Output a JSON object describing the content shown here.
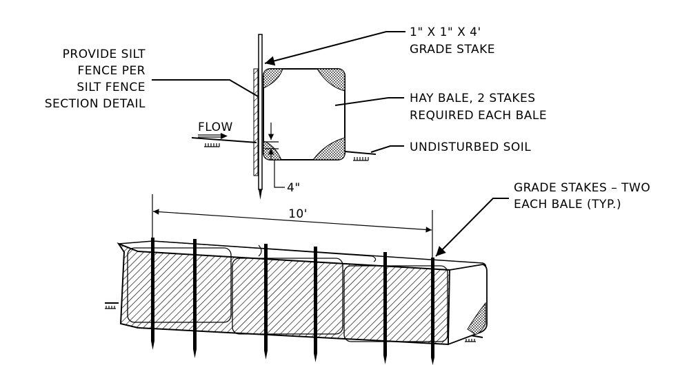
{
  "detail": {
    "silt_fence_note": [
      "PROVIDE SILT",
      "FENCE PER",
      "SILT FENCE",
      "SECTION DETAIL"
    ],
    "grade_stake_note": [
      "1\" X 1\" X 4'",
      "GRADE STAKE"
    ],
    "hay_bale_note": [
      "HAY BALE, 2 STAKES",
      "REQUIRED EACH BALE"
    ],
    "flow_label": "FLOW",
    "soil_note": "UNDISTURBED SOIL",
    "embed_dimension": "4\"",
    "stakes_note": [
      "GRADE STAKES – TWO",
      "EACH BALE (TYP.)"
    ],
    "spacing_dimension": "10'"
  }
}
